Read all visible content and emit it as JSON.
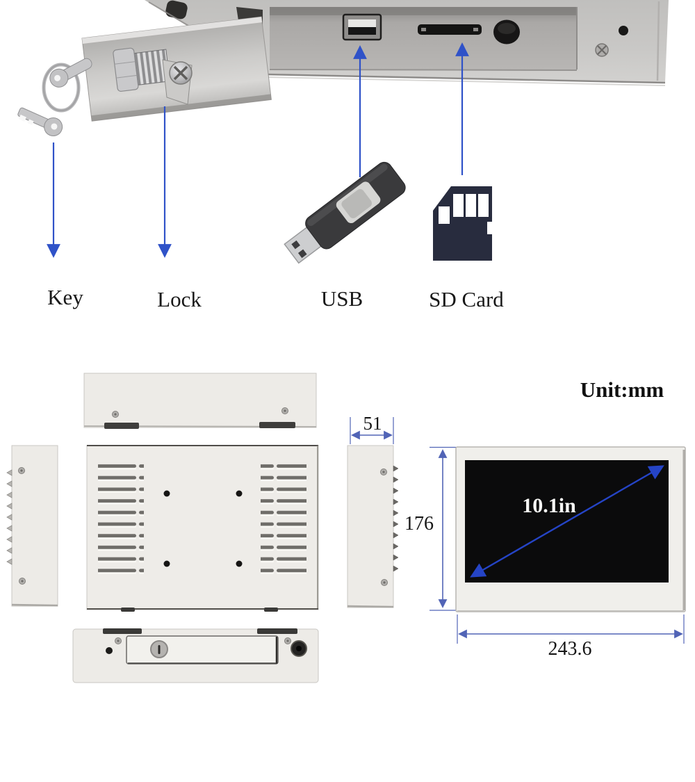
{
  "photo_section": {
    "labels": {
      "key": "Key",
      "lock": "Lock",
      "usb": "USB",
      "sd_card": "SD Card"
    }
  },
  "dimension_section": {
    "unit_label": "Unit:mm",
    "depth_mm": "51",
    "height_mm": "176",
    "width_mm": "243.6",
    "screen_diagonal": "10.1in"
  },
  "colors": {
    "photo_arrow_blue": "#2f52c8",
    "dimension_blue": "#5164b6",
    "screen_diagonal_blue": "#2544c6",
    "sd_card_navy": "#282c3e",
    "screen_black": "#0b0b0c",
    "chassis_gray": "#edebe7"
  }
}
